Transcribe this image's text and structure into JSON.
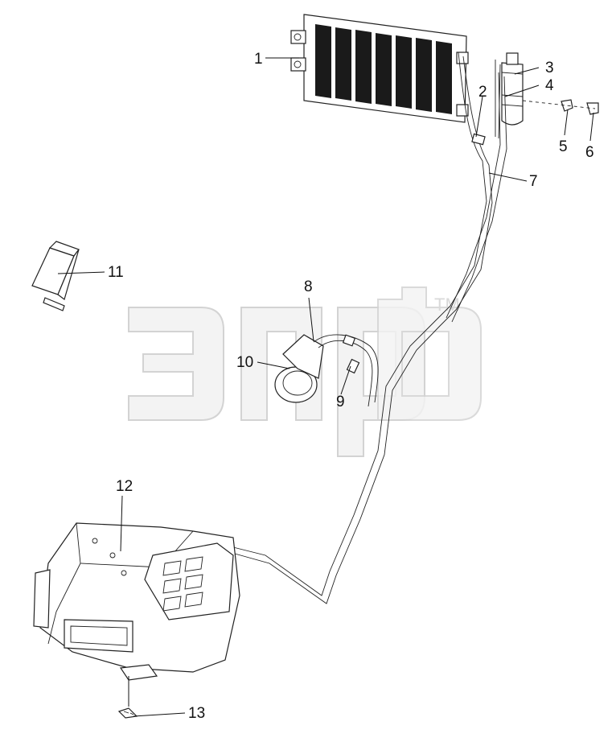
{
  "watermark": {
    "trademark": "TM"
  },
  "callouts": [
    {
      "id": "c1",
      "label": "1"
    },
    {
      "id": "c2",
      "label": "2"
    },
    {
      "id": "c3",
      "label": "3"
    },
    {
      "id": "c4",
      "label": "4"
    },
    {
      "id": "c5",
      "label": "5"
    },
    {
      "id": "c6",
      "label": "6"
    },
    {
      "id": "c7",
      "label": "7"
    },
    {
      "id": "c8",
      "label": "8"
    },
    {
      "id": "c9",
      "label": "9"
    },
    {
      "id": "c10",
      "label": "10"
    },
    {
      "id": "c11",
      "label": "11"
    },
    {
      "id": "c12",
      "label": "12"
    },
    {
      "id": "c13",
      "label": "13"
    }
  ]
}
